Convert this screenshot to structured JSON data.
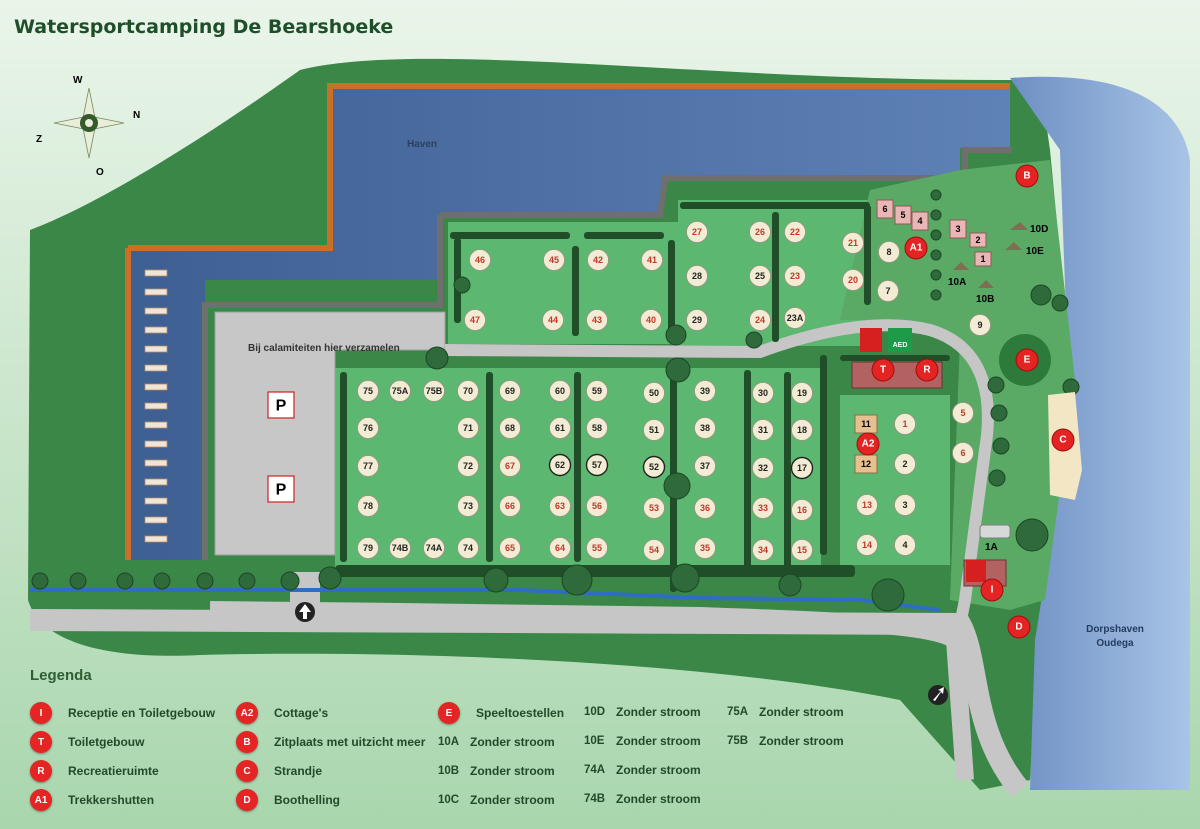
{
  "title": "Watersportcamping De Bearshoeke",
  "labels": {
    "haven": "Haven",
    "assembly": "Bij calamiteiten hier verzamelen",
    "dorpshaven_line1": "Dorpshaven",
    "dorpshaven_line2": "Oudega",
    "aed": "AED",
    "parking": "P"
  },
  "compass": {
    "n": "W",
    "e": "N",
    "s": "O",
    "w": "Z"
  },
  "legend": {
    "title": "Legenda",
    "poi_items": [
      {
        "code": "I",
        "label": "Receptie en Toiletgebouw"
      },
      {
        "code": "T",
        "label": "Toiletgebouw"
      },
      {
        "code": "R",
        "label": "Recreatieruimte"
      },
      {
        "code": "A1",
        "label": "Trekkershutten"
      },
      {
        "code": "A2",
        "label": "Cottage's"
      },
      {
        "code": "B",
        "label": "Zitplaats met uitzicht meer"
      },
      {
        "code": "C",
        "label": "Strandje"
      },
      {
        "code": "D",
        "label": "Boothelling"
      },
      {
        "code": "E",
        "label": "Speeltoestellen"
      }
    ],
    "no_power": [
      {
        "code": "10A",
        "label": "Zonder stroom"
      },
      {
        "code": "10B",
        "label": "Zonder stroom"
      },
      {
        "code": "10C",
        "label": "Zonder stroom"
      },
      {
        "code": "10D",
        "label": "Zonder stroom"
      },
      {
        "code": "10E",
        "label": "Zonder stroom"
      },
      {
        "code": "74A",
        "label": "Zonder stroom"
      },
      {
        "code": "74B",
        "label": "Zonder stroom"
      },
      {
        "code": "75A",
        "label": "Zonder stroom"
      },
      {
        "code": "75B",
        "label": "Zonder stroom"
      }
    ]
  },
  "pitches": {
    "black": [
      "75",
      "75A",
      "75B",
      "70",
      "69",
      "60",
      "59",
      "50",
      "39",
      "30",
      "19",
      "76",
      "71",
      "68",
      "61",
      "58",
      "51",
      "38",
      "31",
      "18",
      "77",
      "72",
      "62",
      "57",
      "52",
      "37",
      "32",
      "17",
      "78",
      "73",
      "79",
      "74B",
      "74A",
      "74",
      "28",
      "25",
      "29",
      "23A",
      "8",
      "7",
      "9",
      "2",
      "3",
      "4"
    ],
    "red": [
      "67",
      "66",
      "63",
      "56",
      "53",
      "36",
      "33",
      "16",
      "65",
      "64",
      "55",
      "54",
      "35",
      "34",
      "15",
      "46",
      "45",
      "42",
      "41",
      "47",
      "44",
      "43",
      "40",
      "27",
      "26",
      "22",
      "21",
      "23",
      "20",
      "24",
      "1",
      "5",
      "6",
      "13",
      "14"
    ],
    "outlined": [
      "62",
      "57",
      "52",
      "17"
    ]
  },
  "buildings": [
    "11",
    "12",
    "6",
    "5",
    "4",
    "3",
    "2",
    "1"
  ],
  "special_labels": [
    "10A",
    "10B",
    "10D",
    "10E",
    "1A"
  ],
  "pois_on_map": [
    "A1",
    "B",
    "T",
    "R",
    "A2",
    "E",
    "C",
    "I",
    "D"
  ]
}
